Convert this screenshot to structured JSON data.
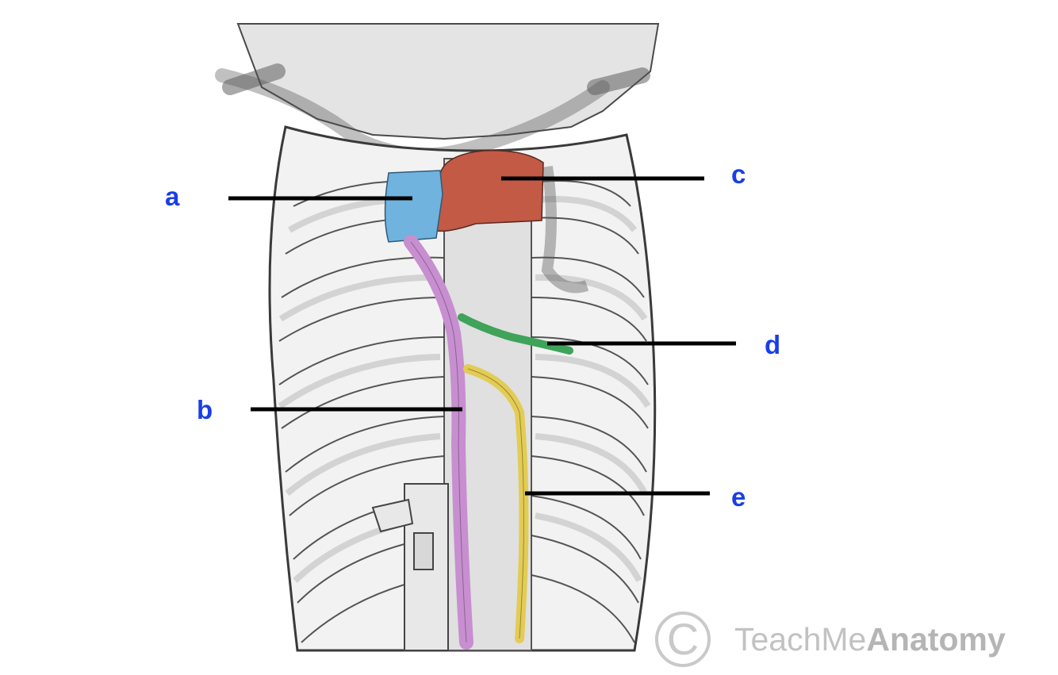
{
  "labels": {
    "a": "a",
    "b": "b",
    "c": "c",
    "d": "d",
    "e": "e"
  },
  "watermark": {
    "symbol": "C",
    "text_light": "TeachMe",
    "text_bold": "Anatomy"
  },
  "colors": {
    "label_text": "#1a3ee6",
    "leader_line": "#000000",
    "structure_a": "#6fb3de",
    "structure_b": "#c78fcf",
    "structure_c": "#c25a45",
    "structure_d": "#3fa35a",
    "structure_e": "#e3cc55",
    "drawing_line": "#3a3a3a",
    "drawing_fill": "#efefef"
  }
}
